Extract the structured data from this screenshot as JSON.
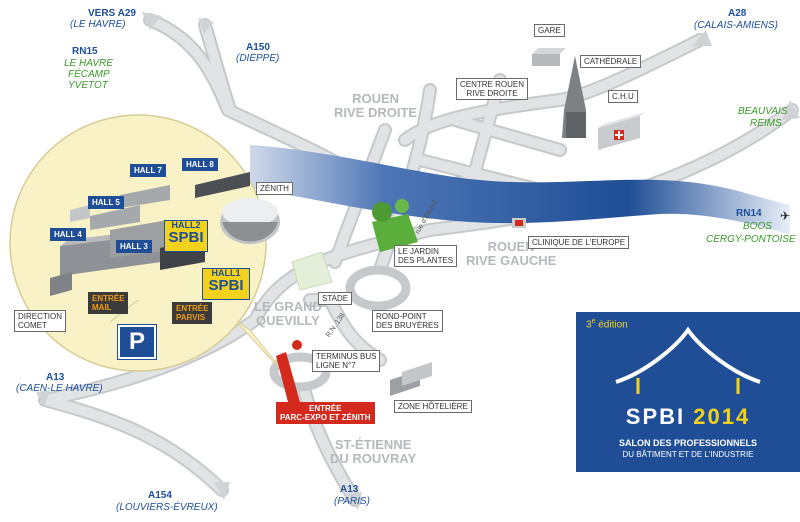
{
  "roads": {
    "a29": {
      "name": "VERS A29",
      "sub": "(LE HAVRE)"
    },
    "a150": {
      "name": "A150",
      "sub": "(DIEPPE)"
    },
    "rn15": {
      "name": "RN15",
      "towns": [
        "LE HAVRE",
        "FÉCAMP",
        "YVETOT"
      ]
    },
    "a28": {
      "name": "A28",
      "sub": "(CALAIS-AMIENS)"
    },
    "east": {
      "towns": [
        "BEAUVAIS",
        "REIMS"
      ]
    },
    "rn14": {
      "name": "RN14",
      "towns": [
        "BOOS",
        "CERGY-PONTOISE"
      ]
    },
    "a13_west": {
      "name": "A13",
      "sub": "(CAEN-LE HAVRE)"
    },
    "a154": {
      "name": "A154",
      "sub": "(LOUVIERS-ÉVREUX)"
    },
    "a13_south": {
      "name": "A13",
      "sub": "(PARIS)"
    }
  },
  "districts": {
    "rive_droite": [
      "ROUEN",
      "RIVE DROITE"
    ],
    "rive_gauche": [
      "ROUEN",
      "RIVE GAUCHE"
    ],
    "grand_quevilly": [
      "LE GRAND",
      "QUEVILLY"
    ],
    "st_etienne": [
      "ST-ÉTIENNE",
      "DU ROUVRAY"
    ]
  },
  "places": {
    "gare": "GARE",
    "cathedrale": "CATHÉDRALE",
    "centre": [
      "CENTRE ROUEN",
      "RIVE DROITE"
    ],
    "chu": "C.H.U",
    "jardin": [
      "LE JARDIN",
      "DES PLANTES"
    ],
    "clinique": "CLINIQUE DE L'EUROPE",
    "stade": "STADE",
    "rond_point": [
      "ROND-POINT",
      "DES BRUYÈRES"
    ],
    "terminus": [
      "TERMINUS BUS",
      "LIGNE N°7"
    ],
    "zone_hoteliere": "ZONE HÔTELIÈRE",
    "direction_comet": [
      "DIRECTION",
      "COMET"
    ],
    "zenith": "ZÉNITH"
  },
  "road_names": {
    "rn138": "R.N. 138",
    "rue_elbeuf": "rue d'Elbeuf"
  },
  "halls": {
    "hall7": "HALL 7",
    "hall8": "HALL 8",
    "hall5": "HALL 5",
    "hall4": "HALL 4",
    "hall3": "HALL 3"
  },
  "spbi_hall2": {
    "hall": "HALL2",
    "brand": "SPBI"
  },
  "spbi_hall1": {
    "hall": "HALL1",
    "brand": "SPBI"
  },
  "entrances": {
    "mail": [
      "ENTRÉE",
      "MAIL"
    ],
    "parvis": [
      "ENTRÉE",
      "PARVIS"
    ],
    "main": [
      "ENTRÉE",
      "PARC-EXPO ET ZÉNITH"
    ]
  },
  "parking_label": "P",
  "badge": {
    "edition_num": "3",
    "edition_sup": "e",
    "edition_word": " édition",
    "brand": "SPBI",
    "year": "2014",
    "line1": "SALON DES PROFESSIONNELS",
    "line2": "DU BÂTIMENT ET DE L'INDUSTRIE"
  },
  "colors": {
    "road": "#d9dbdd",
    "road_edge": "#c4c7ca",
    "river": "#1f4e96",
    "inset_fill": "#f8f2c6",
    "hall_blue": "#1f4e96",
    "spbi_yellow": "#f3d21e",
    "entrance_orange": "#f09b14",
    "entrance_red": "#d42a1e",
    "green_text": "#3a9a2a"
  }
}
